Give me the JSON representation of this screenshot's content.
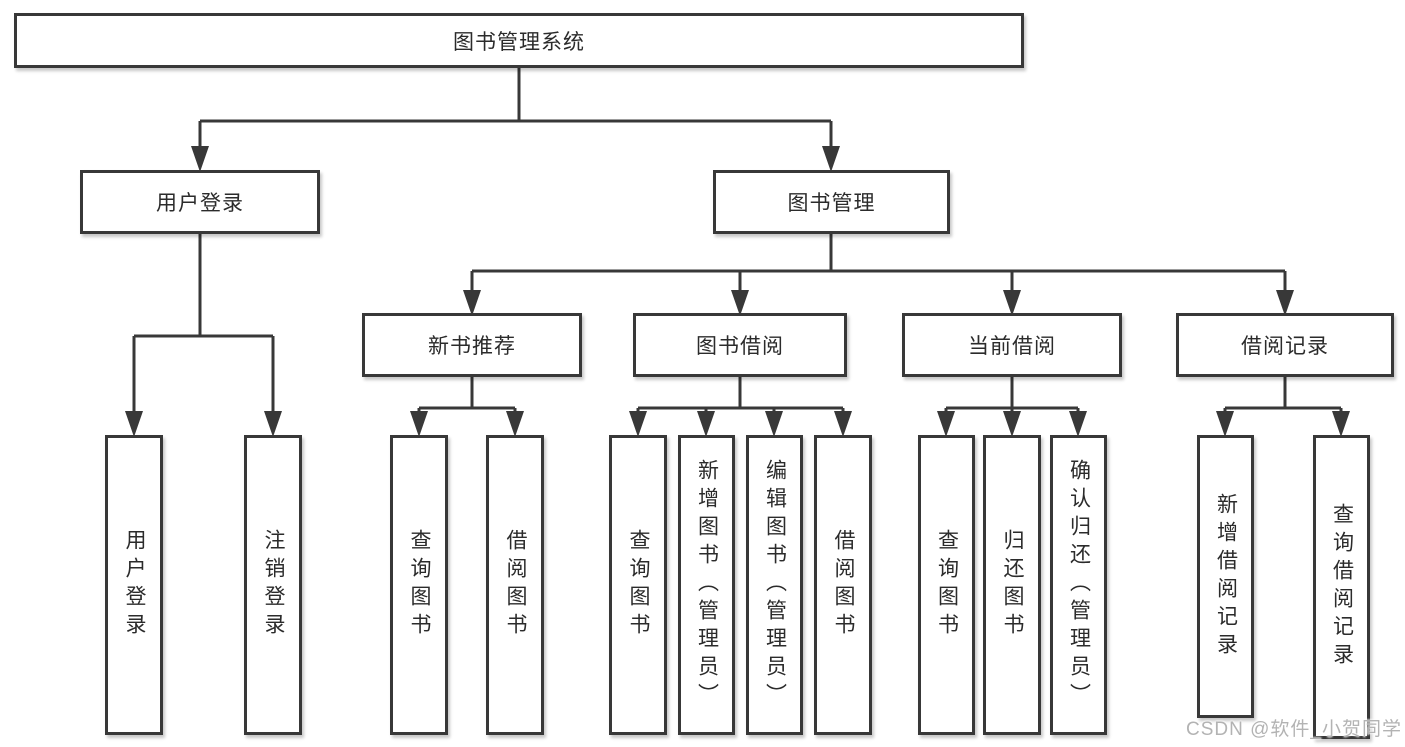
{
  "tree": {
    "root": {
      "label": "图书管理系统",
      "children": [
        {
          "label": "用户登录",
          "children": [
            {
              "label": "用户登录"
            },
            {
              "label": "注销登录"
            }
          ]
        },
        {
          "label": "图书管理",
          "children": [
            {
              "label": "新书推荐",
              "children": [
                {
                  "label": "查询图书"
                },
                {
                  "label": "借阅图书"
                }
              ]
            },
            {
              "label": "图书借阅",
              "children": [
                {
                  "label": "查询图书"
                },
                {
                  "label": "新增图书（管理员）"
                },
                {
                  "label": "编辑图书（管理员）"
                },
                {
                  "label": "借阅图书"
                }
              ]
            },
            {
              "label": "当前借阅",
              "children": [
                {
                  "label": "查询图书"
                },
                {
                  "label": "归还图书"
                },
                {
                  "label": "确认归还（管理员）"
                }
              ]
            },
            {
              "label": "借阅记录",
              "children": [
                {
                  "label": "新增借阅记录"
                },
                {
                  "label": "查询借阅记录"
                }
              ]
            }
          ]
        }
      ]
    }
  },
  "watermark": {
    "text": "CSDN @软件_小贺同学"
  },
  "colors": {
    "line": "#383838",
    "box_border": "#383838",
    "box_background": "#ffffff",
    "text": "#2b2b2b",
    "watermark": "#b3b3b3",
    "background": "#ffffff"
  }
}
